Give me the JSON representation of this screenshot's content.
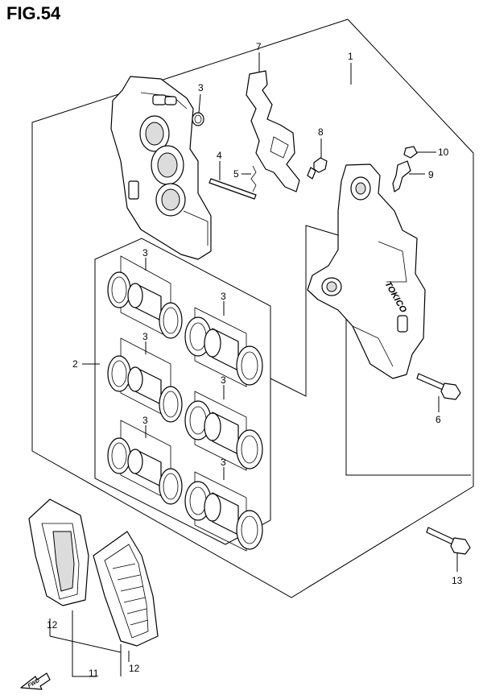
{
  "figure": {
    "title": "FIG.54"
  },
  "callouts": {
    "c1": "1",
    "c2": "2",
    "c3a": "3",
    "c3b": "3",
    "c3c": "3",
    "c3d": "3",
    "c3e": "3",
    "c3f": "3",
    "c3g": "3",
    "c4": "4",
    "c5": "5",
    "c6": "6",
    "c7": "7",
    "c8": "8",
    "c9": "9",
    "c10": "10",
    "c11": "11",
    "c12a": "12",
    "c12b": "12",
    "c13": "13"
  },
  "caliper_marking": "TOKICO",
  "fwd_label": "FWD"
}
